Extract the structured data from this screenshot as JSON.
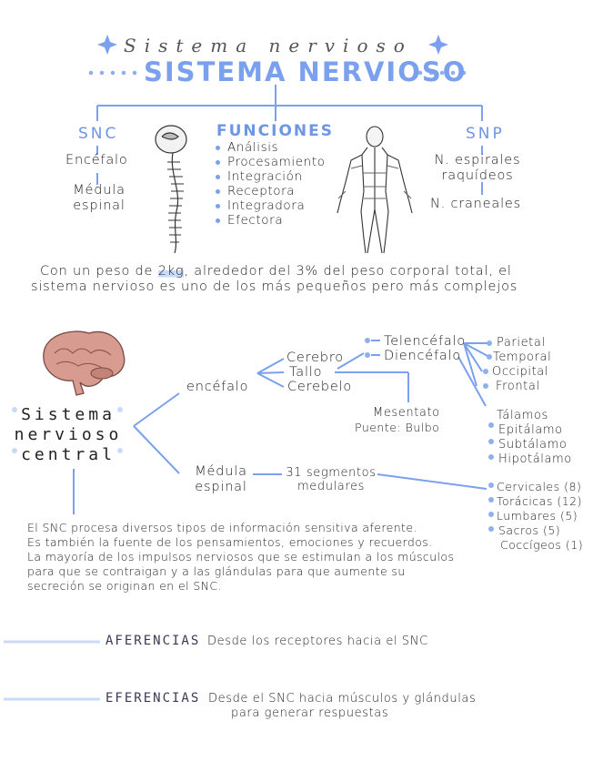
{
  "header": {
    "script_title": "Sistema nervioso",
    "main_title": "SISTEMA NERVIOSO",
    "accent_color": "#7aa0ee"
  },
  "snc_column": {
    "heading": "SNC",
    "item1": "Encéfalo",
    "item2": "Médula espinal"
  },
  "funciones": {
    "heading": "FUNCIONES",
    "items": [
      "Análisis",
      "Procesamiento",
      "Integración",
      "Receptora",
      "Integradora",
      "Efectora"
    ]
  },
  "snp_column": {
    "heading": "SNP",
    "item1": "N. espirales raquídeos",
    "item2": "N. craneales"
  },
  "intro": {
    "part1": "Con un peso de",
    "highlight": "2kg",
    "part2": ", alrededor del 3% del peso corporal total, el",
    "line2": "sistema nervioso es uno de los más pequeños pero más complejos"
  },
  "map": {
    "center": "Sistema nervioso central",
    "encefalo": "encéfalo",
    "medula": "Médula espinal",
    "cerebro": "Cerebro",
    "tallo": "Tallo",
    "cerebelo": "Cerebelo",
    "telencefalo": "Telencéfalo",
    "diencefalo": "Diencéfalo",
    "lobes": [
      "Parietal",
      "Temporal",
      "Occipital",
      "Frontal"
    ],
    "dien_parts": [
      "Tálamos",
      "Epitálamo",
      "Subtálamo",
      "Hipotálamo"
    ],
    "mesentato": "Mesentato",
    "puente": "Puente: Bulbo",
    "segmentos": "31 segmentos medulares",
    "segment_types": [
      "Cervicales (8)",
      "Torácicas (12)",
      "Lumbares (5)",
      "Sacros (5)",
      "Coccígeos (1)"
    ]
  },
  "snc_paragraph": [
    "El SNC procesa diversos tipos de información sensitiva aferente.",
    "Es también la fuente de los pensamientos, emociones y recuerdos.",
    "La mayoría de los impulsos nerviosos que se estimulan a los músculos",
    "para que se contraigan y a las glándulas para que aumente su",
    "secreción se originan en el SNC."
  ],
  "aferencias": {
    "label": "AFERENCIAS",
    "text": "Desde los receptores hacia el SNC"
  },
  "eferencias": {
    "label": "EFERENCIAS",
    "line1": "Desde el SNC hacia músculos y glándulas",
    "line2": "para generar respuestas"
  }
}
